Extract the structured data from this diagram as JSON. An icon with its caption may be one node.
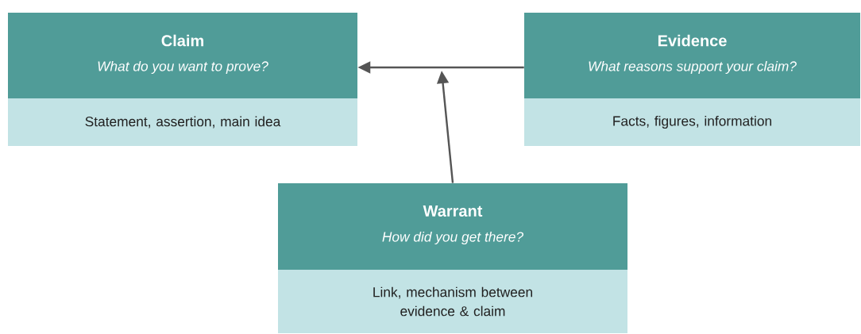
{
  "diagram": {
    "nodes": [
      {
        "text": [
          "Claim",
          "What do you want to prove?",
          "Statement, assertion, main idea"
        ]
      },
      {
        "text": [
          "Evidence",
          "What reasons support your claim?",
          "Facts, figures, information"
        ]
      },
      {
        "text": [
          "Warrant",
          "How did you get there?",
          "Link, mechanism between evidence & claim"
        ]
      }
    ],
    "edges": [
      {
        "from": 1,
        "to": 0,
        "arrow": "to"
      },
      {
        "from": 2,
        "to": null,
        "arrow": "to"
      }
    ]
  }
}
